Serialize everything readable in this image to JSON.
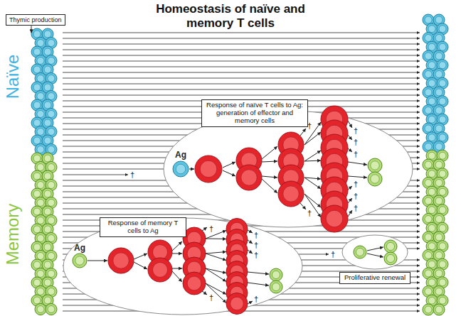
{
  "diagram": {
    "title": "Homeostasis of naïve and memory T cells",
    "nodes": [
      {
        "text": [
          "Thymic production"
        ]
      },
      {
        "text": [
          "Response of naïve T cells to Ag: generation of effector and memory cells"
        ]
      },
      {
        "text": [
          "Response of memory T cells to Ag"
        ]
      },
      {
        "text": [
          "Proliferative renewal"
        ]
      }
    ],
    "labels": [
      "Naïve",
      "Memory",
      "†",
      "Ag",
      "†",
      "†",
      "†",
      "†",
      "†",
      "†",
      "†",
      "†",
      "Ag",
      "†",
      "†",
      "†",
      "†",
      "†",
      "†",
      "†"
    ]
  }
}
